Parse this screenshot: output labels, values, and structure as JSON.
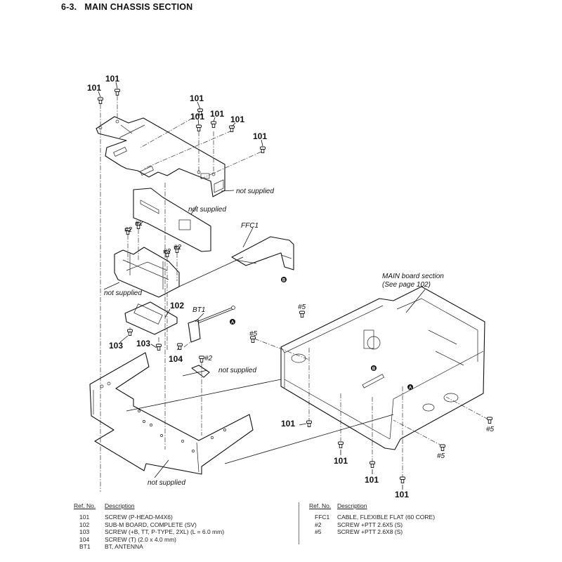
{
  "page": {
    "section_number": "6-3.",
    "section_title": "MAIN CHASSIS SECTION"
  },
  "diagram": {
    "callouts": {
      "screw_101": "101",
      "board_102": "102",
      "screw_103": "103",
      "screw_104": "104",
      "antenna_bt1": "BT1",
      "cable_ffc1": "FFC1",
      "screw_2": "#2",
      "screw_5": "#5"
    },
    "notes": {
      "not_supplied": "not supplied",
      "main_board_line1": "MAIN board section",
      "main_board_line2": "(See page 102)"
    },
    "markers": {
      "a": "A",
      "b": "B"
    }
  },
  "legend": {
    "header": {
      "ref": "Ref. No.",
      "description": "Description"
    },
    "left": [
      {
        "ref": "101",
        "description": "SCREW (P-HEAD-M4X6)"
      },
      {
        "ref": "102",
        "description": "SUB-M BOARD, COMPLETE (SV)"
      },
      {
        "ref": "103",
        "description": "SCREW (+B, TT, P-TYPE, 2XL) (L = 6.0 mm)"
      },
      {
        "ref": "104",
        "description": "SCREW (T) (2.0 x 4.0 mm)"
      },
      {
        "ref": "BT1",
        "description": "BT, ANTENNA"
      }
    ],
    "right": [
      {
        "ref": "FFC1",
        "description": "CABLE, FLEXIBLE FLAT (60 CORE)"
      },
      {
        "ref": "#2",
        "description": "SCREW +PTT 2.6X5 (S)"
      },
      {
        "ref": "#5",
        "description": "SCREW +PTT 2.6X8 (S)"
      }
    ]
  }
}
